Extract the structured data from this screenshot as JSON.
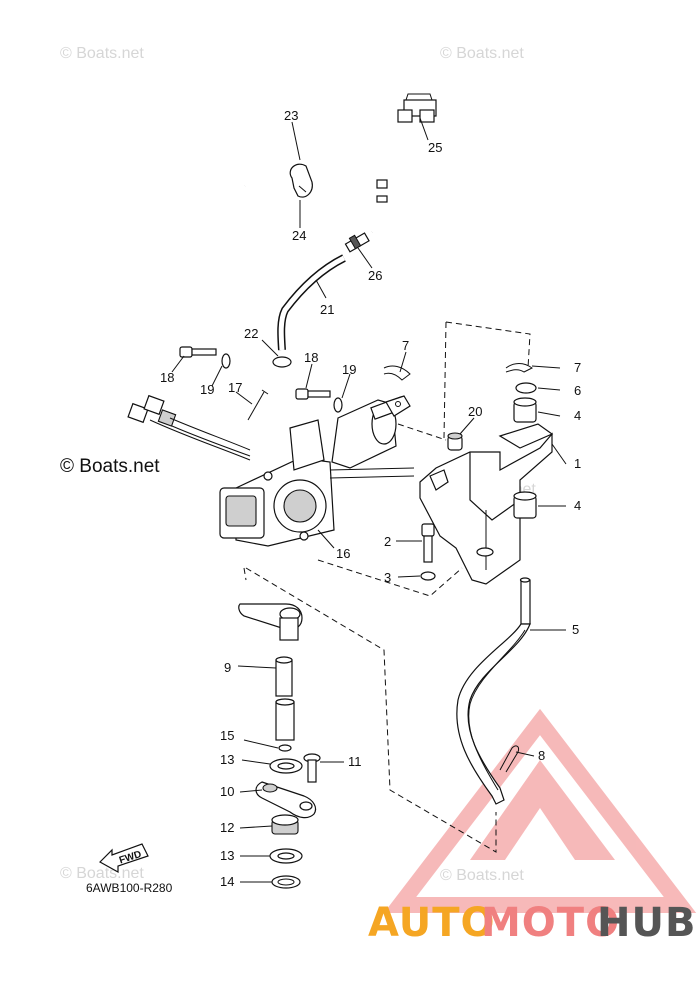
{
  "watermarks": {
    "top_left": "© Boats.net",
    "top_right": "© Boats.net",
    "middle_left": "© Boats.net",
    "middle_right": "© Boats.net",
    "bottom_left": "© Boats.net",
    "bottom_right": "© Boats.net"
  },
  "diagram_code": "6AWB100-R280",
  "fwd_label": "FWD",
  "brand": {
    "part1": "AUTO",
    "part2": "MOTO",
    "part3": "HUB",
    "color1": "#f5a623",
    "color2": "#f08080",
    "color3": "#555555"
  },
  "callouts": {
    "c1": "1",
    "c2": "2",
    "c3": "3",
    "c4a": "4",
    "c4b": "4",
    "c5": "5",
    "c6": "6",
    "c7a": "7",
    "c7b": "7",
    "c8": "8",
    "c9": "9",
    "c10": "10",
    "c11": "11",
    "c12": "12",
    "c13a": "13",
    "c13b": "13",
    "c14": "14",
    "c15": "15",
    "c16": "16",
    "c17": "17",
    "c18a": "18",
    "c18b": "18",
    "c19a": "19",
    "c19b": "19",
    "c20": "20",
    "c21": "21",
    "c22": "22",
    "c23": "23",
    "c24": "24",
    "c25": "25",
    "c26": "26"
  }
}
